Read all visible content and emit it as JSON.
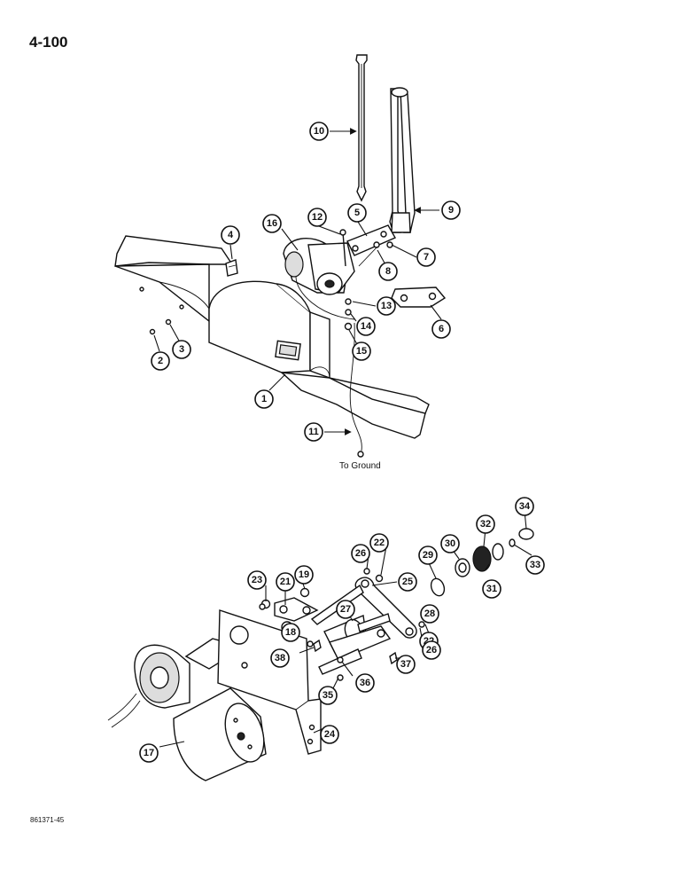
{
  "page": {
    "number": "4-100",
    "figure_code": "861371-45"
  },
  "annotations": {
    "to_ground": "To Ground"
  },
  "callouts": [
    "1",
    "2",
    "3",
    "4",
    "5",
    "6",
    "7",
    "8",
    "9",
    "10",
    "11",
    "12",
    "13",
    "14",
    "15",
    "16",
    "17",
    "18",
    "19",
    "21",
    "22",
    "22",
    "23",
    "24",
    "25",
    "26",
    "26",
    "27",
    "28",
    "29",
    "30",
    "31",
    "32",
    "33",
    "34",
    "35",
    "36",
    "37",
    "38"
  ]
}
